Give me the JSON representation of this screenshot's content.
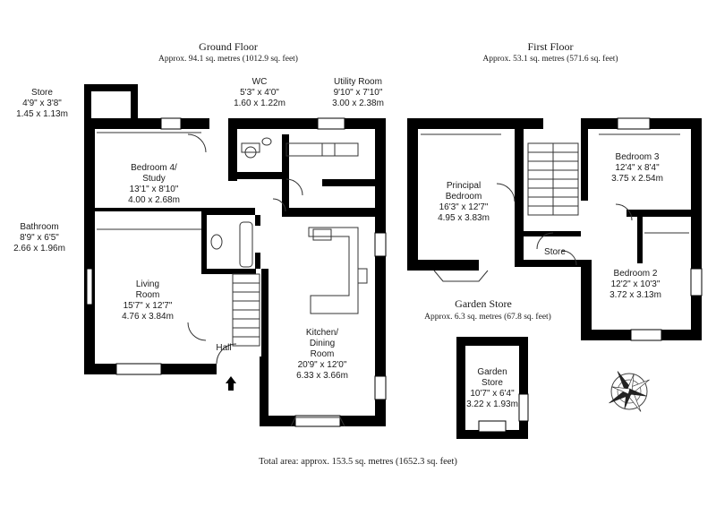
{
  "ground_floor": {
    "title": "Ground Floor",
    "area": "Approx. 94.1 sq. metres (1012.9 sq. feet)",
    "rooms": {
      "store": {
        "name": "Store",
        "imperial": "4'9\" x 3'8\"",
        "metric": "1.45 x 1.13m"
      },
      "wc": {
        "name": "WC",
        "imperial": "5'3\" x 4'0\"",
        "metric": "1.60 x 1.22m"
      },
      "utility": {
        "name": "Utility Room",
        "imperial": "9'10\" x 7'10\"",
        "metric": "3.00 x 2.38m"
      },
      "bedroom4": {
        "name": "Bedroom 4/",
        "name2": "Study",
        "imperial": "13'1\" x 8'10\"",
        "metric": "4.00 x 2.68m"
      },
      "bathroom": {
        "name": "Bathroom",
        "imperial": "8'9\" x 6'5\"",
        "metric": "2.66 x 1.96m"
      },
      "living": {
        "name": "Living",
        "name2": "Room",
        "imperial": "15'7\" x 12'7\"",
        "metric": "4.76 x 3.84m"
      },
      "hall": {
        "name": "Hall"
      },
      "kitchen": {
        "name": "Kitchen/",
        "name2": "Dining",
        "name3": "Room",
        "imperial": "20'9\" x 12'0\"",
        "metric": "6.33 x 3.66m"
      }
    }
  },
  "first_floor": {
    "title": "First Floor",
    "area": "Approx. 53.1 sq. metres (571.6 sq. feet)",
    "rooms": {
      "principal": {
        "name": "Principal",
        "name2": "Bedroom",
        "imperial": "16'3\" x 12'7\"",
        "metric": "4.95 x 3.83m"
      },
      "bedroom3": {
        "name": "Bedroom 3",
        "imperial": "12'4\" x 8'4\"",
        "metric": "3.75 x 2.54m"
      },
      "store": {
        "name": "Store"
      },
      "bedroom2": {
        "name": "Bedroom 2",
        "imperial": "12'2\" x 10'3\"",
        "metric": "3.72 x 3.13m"
      }
    }
  },
  "garden_store": {
    "title": "Garden Store",
    "area": "Approx. 6.3 sq. metres (67.8 sq. feet)",
    "room": {
      "name": "Garden",
      "name2": "Store",
      "imperial": "10'7\" x 6'4\"",
      "metric": "3.22 x 1.93m"
    }
  },
  "total_area": "Total area: approx. 153.5 sq. metres (1652.3 sq. feet)",
  "colors": {
    "wall": "#000000",
    "line": "#333333",
    "room_fill": "#ffffff"
  },
  "icons": [
    "compass-rose-icon",
    "entrance-arrow-icon"
  ]
}
